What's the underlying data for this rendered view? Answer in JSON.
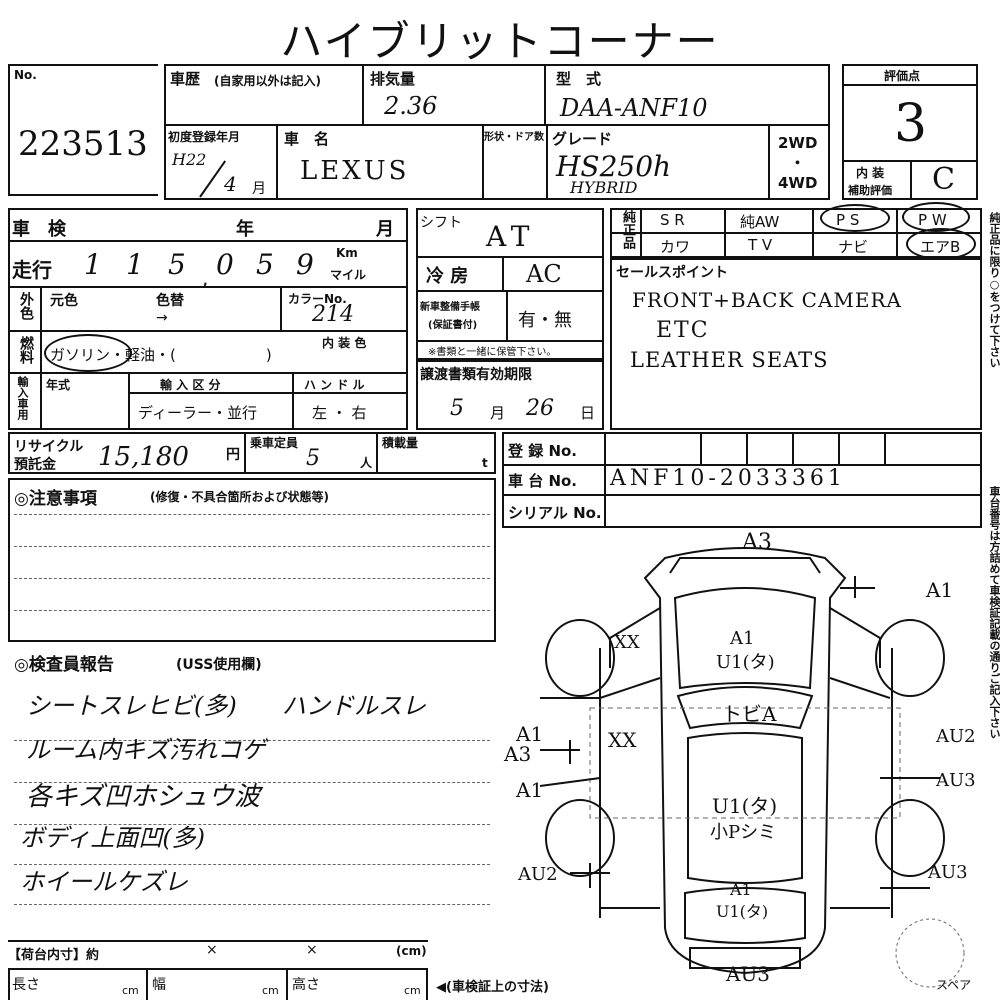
{
  "title": "ハイブリットコーナー",
  "no": {
    "label": "No.",
    "value": "223513"
  },
  "history": {
    "label": "車歴",
    "note": "(自家用以外は記入)"
  },
  "displacement": {
    "label": "排気量",
    "value": "2.36"
  },
  "model": {
    "label": "型　式",
    "value": "DAA-ANF10"
  },
  "grade_box": {
    "label": "評価点",
    "value": "3"
  },
  "interior_eval": {
    "label1": "内 装",
    "label2": "補助評価",
    "value": "C"
  },
  "first_reg": {
    "label": "初度登録年月",
    "era": "H22",
    "month": "4",
    "month_unit": "月"
  },
  "car_name": {
    "label": "車　名",
    "value": "LEXUS"
  },
  "shape_label": "形状・ドア数",
  "grade": {
    "label": "グレード",
    "value": "HS250h",
    "sub": "HYBRID"
  },
  "drive": {
    "wd2": "2WD",
    "dot": "・",
    "wd4": "4WD"
  },
  "shaken": {
    "label": "車　検",
    "year": "年",
    "month": "月"
  },
  "shift": {
    "label": "シフト",
    "value": "AT"
  },
  "genuine": {
    "label": "純正品",
    "row1": [
      "S R",
      "純AW",
      "P S",
      "P W"
    ],
    "row2": [
      "カワ",
      "T V",
      "ナビ",
      "エアB"
    ]
  },
  "mileage": {
    "label": "走行",
    "digits": [
      "1",
      "1",
      "5",
      "0",
      "5",
      "9"
    ],
    "unit1": "Km",
    "unit2": "マイル"
  },
  "aircon": {
    "label": "冷 房",
    "value": "AC"
  },
  "sales_point": {
    "label": "セールスポイント",
    "lines": [
      "FRONT+BACK CAMERA",
      "ETC",
      "LEATHER SEATS"
    ]
  },
  "color": {
    "label": "外色",
    "orig": "元色",
    "change": "色替",
    "arrow": "→",
    "no_label": "カラーNo.",
    "no_value": "214"
  },
  "maintenance": {
    "label1": "新車整備手帳",
    "label2": "(保証書付)",
    "value": "有・無",
    "note": "※書類と一緒に保管下さい。"
  },
  "fuel": {
    "label": "燃料",
    "value": "ガソリン・軽油・(　　　　　　)",
    "interior_color": "内 装 色"
  },
  "import": {
    "label": "輸入車用",
    "year": "年式",
    "type_label": "輸 入 区 分",
    "type_value": "ディーラー・並行",
    "handle_label": "ハ ン ド ル",
    "handle_value": "左 ・ 右"
  },
  "transfer": {
    "label": "譲渡書類有効期限",
    "month": "5",
    "month_unit": "月",
    "day": "26",
    "day_unit": "日"
  },
  "recycle": {
    "label1": "リサイクル",
    "label2": "預託金",
    "value": "15,180",
    "unit": "円"
  },
  "capacity": {
    "label": "乗車定員",
    "value": "5",
    "unit": "人"
  },
  "load": {
    "label": "積載量",
    "unit": "t"
  },
  "registration": {
    "reg_label": "登 録 No.",
    "chassis_label": "車 台 No.",
    "chassis_value": "ANF10-2033361",
    "serial_label": "シリアル No."
  },
  "notes": {
    "label": "◎注意事項",
    "sub": "(修復・不具合箇所および状態等)"
  },
  "inspector": {
    "label": "◎検査員報告",
    "sub": "(USS使用欄)"
  },
  "report": {
    "line1a": "シートスレヒビ(多)",
    "line1b": "ハンドルスレ",
    "line2": "ルーム内キズ汚れコゲ",
    "line3": "各キズ凹ホシュウ波",
    "line4": "ボディ上面凹(多)",
    "line5": "ホイールケズレ"
  },
  "diagram": {
    "a3_top": "A3",
    "a1_right_top": "A1",
    "hood": [
      "A1",
      "U1(タ)"
    ],
    "xx_left_front": "XX",
    "windshield": "トビA",
    "a1_left_door": "A1",
    "xx_left_door": "XX",
    "au2_right": "AU2",
    "a3_left": "A3",
    "a1_left_lower": "A1",
    "roof": [
      "U1(タ)",
      "小Pシミ"
    ],
    "au3_right_mid": "AU3",
    "au2_left_rear": "AU2",
    "au3_right_rear": "AU3",
    "trunk": [
      "A1",
      "U1(タ)"
    ],
    "au3_bottom": "AU3",
    "spare": "スペア"
  },
  "cargo": {
    "label": "【荷台内寸】約",
    "x": "×",
    "unit": "(cm)"
  },
  "dims": {
    "length": "長さ",
    "width": "幅",
    "height": "高さ",
    "cm": "cm",
    "note": "◀(車検証上の寸法)"
  },
  "side_top": "純正品に限り○をつけて下さい",
  "side_bottom": "車台番号は方詰めて車検証記載の通りご記入下さい"
}
